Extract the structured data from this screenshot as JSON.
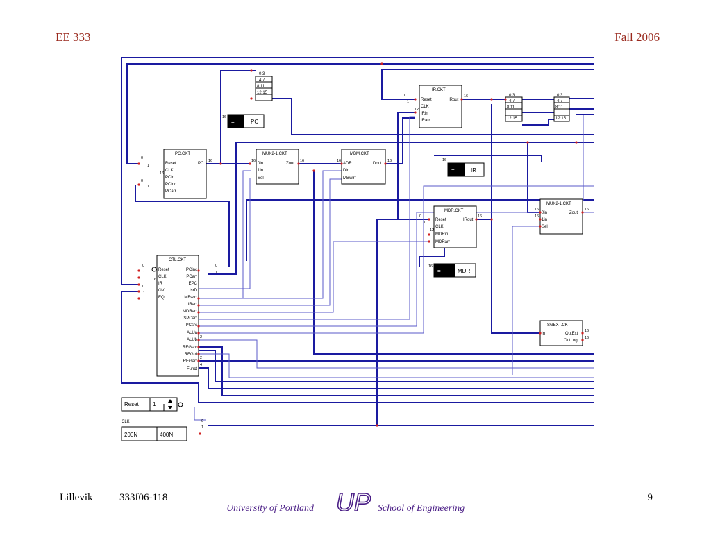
{
  "header": {
    "course": "EE 333",
    "term": "Fall 2006"
  },
  "footer": {
    "author": "Lillevik",
    "doc_id": "333f06-118",
    "university": "University of Portland",
    "school": "School of Engineering",
    "page": "9",
    "logo_text": "UP"
  },
  "diagram": {
    "colors": {
      "bus": "#1a1aa0",
      "wire": "#5a5ac8",
      "node": "#d02020",
      "box": "#000000"
    },
    "ir": {
      "title": "IR.CKT",
      "pins_left": [
        "Reset",
        "CLK",
        "IRin",
        "IRarr"
      ],
      "pin_right": "IRout",
      "field_labels": [
        "0:3",
        "4:7",
        "8:11",
        "12:15"
      ]
    },
    "pc": {
      "title": "PC.CKT",
      "pins_left": [
        "Reset",
        "CLK",
        "PCin",
        "PCinc",
        "PCarr"
      ],
      "pin_right": "PC",
      "display_label": "PC",
      "field_labels": [
        "0:3",
        "4:7",
        "8:11",
        "12:15"
      ]
    },
    "mux_a": {
      "title": "MUX2-1.CKT",
      "pins_left": [
        "0in",
        "1in",
        "Sel"
      ],
      "pin_right": "Zout"
    },
    "mbm": {
      "title": "MBM.CKT",
      "pins_left": [
        "ADR",
        "Din",
        "MBwirr"
      ],
      "pin_right": "Dout"
    },
    "mdr": {
      "title": "MDR.CKT",
      "pins_left": [
        "Reset",
        "CLK",
        "MDRin",
        "MDRarr"
      ],
      "pin_right": "IRout",
      "display_label": "MDR"
    },
    "mux_b": {
      "title": "MUX2-1.CKT",
      "pins_left": [
        "0in",
        "1in",
        "Sel"
      ],
      "pin_right": "Zout"
    },
    "ir_display_label": "IR",
    "sgext": {
      "title": "SGEXT.CKT",
      "pin_left": "In",
      "pins_right": [
        "OutExt",
        "OutLog"
      ]
    },
    "ctl": {
      "title": "CTL.CKT",
      "pins_left": [
        "Reset",
        "CLK",
        "IR",
        "OV",
        "EQ"
      ],
      "pins_right": [
        "PCinc",
        "PCarr",
        "EPC",
        "IsrD",
        "MBwirr",
        "IRarr",
        "MDRarr",
        "SPCarr",
        "PCsrc",
        "ALUa",
        "ALUb",
        "REGsrc",
        "REGrd",
        "REGarr",
        "Funct"
      ]
    },
    "reset_control": {
      "label": "Reset",
      "value": "1"
    },
    "clock": {
      "label": "CLK",
      "period_a": "200N",
      "period_b": "400N"
    },
    "bit_labels": {
      "zero": "0",
      "one": "1",
      "b16": "16",
      "b12": "12",
      "b2": "2",
      "b4": "4"
    }
  }
}
